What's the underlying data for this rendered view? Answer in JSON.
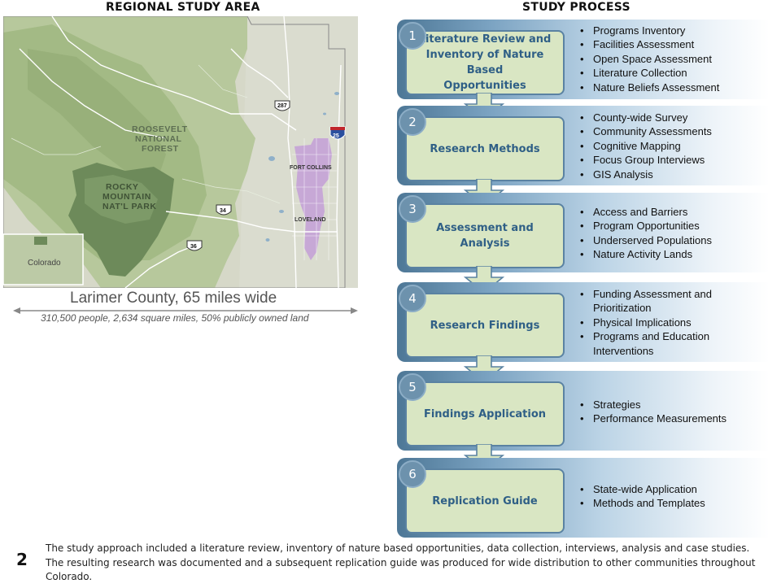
{
  "left_heading": "REGIONAL STUDY AREA",
  "right_heading": "STUDY PROCESS",
  "map": {
    "labels": {
      "roosevelt_1": "ROOSEVELT",
      "roosevelt_2": "NATIONAL",
      "roosevelt_3": "FOREST",
      "rocky_1": "ROCKY",
      "rocky_2": "MOUNTAIN",
      "rocky_3": "NAT'L PARK",
      "fort_collins": "FORT COLLINS",
      "loveland": "LOVELAND",
      "colorado": "Colorado"
    },
    "shields": {
      "us287": "287",
      "i25": "25",
      "us34": "34",
      "us36": "36"
    },
    "colors": {
      "forest_light": "#b7c89c",
      "forest_mid": "#98b07a",
      "park": "#6d8a5a",
      "plains": "#d6d8c8",
      "urban": "#c7a8d6",
      "road": "#ffffff"
    }
  },
  "county": {
    "title": "Larimer County, 65 miles wide",
    "stats": "310,500 people, 2,634 square miles, 50% publicly owned land"
  },
  "steps": [
    {
      "number": "1",
      "title": "Literature Review and\nInventory of Nature Based\nOpportunities",
      "bullets": [
        "Programs Inventory",
        "Facilities Assessment",
        "Open Space Assessment",
        "Literature Collection",
        "Nature Beliefs Assessment"
      ]
    },
    {
      "number": "2",
      "title": "Research Methods",
      "bullets": [
        "County-wide Survey",
        "Community Assessments",
        "Cognitive Mapping",
        "Focus Group Interviews",
        "GIS Analysis"
      ]
    },
    {
      "number": "3",
      "title": "Assessment and Analysis",
      "bullets": [
        "Access and Barriers",
        "Program Opportunities",
        "Underserved Populations",
        "Nature Activity Lands"
      ]
    },
    {
      "number": "4",
      "title": "Research Findings",
      "bullets": [
        "Funding Assessment and",
        "Prioritization",
        "Physical Implications",
        "Programs and Education",
        "Interventions"
      ],
      "bullet_continuations": [
        1,
        4
      ]
    },
    {
      "number": "5",
      "title": "Findings Application",
      "bullets": [
        "Strategies",
        "Performance Measurements"
      ]
    },
    {
      "number": "6",
      "title": "Replication Guide",
      "bullets": [
        "State-wide Application",
        "Methods and Templates"
      ]
    }
  ],
  "figure_number": "2",
  "caption": "The study approach included a literature review, inventory of nature based opportunities, data collection, interviews, analysis and case studies. The resulting research was documented and a subsequent replication guide was produced for wide distribution to other communities throughout Colorado."
}
